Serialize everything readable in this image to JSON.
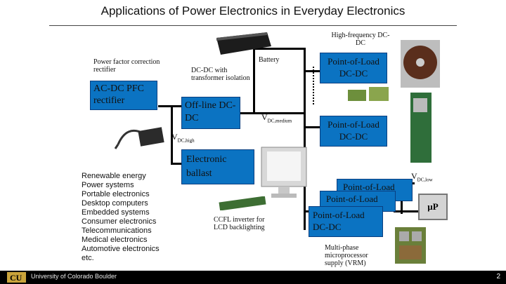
{
  "title": "Applications of Power Electronics in Everyday Electronics",
  "labels": {
    "high_freq": "High-frequency DC-DC",
    "power_factor": "Power factor correction rectifier",
    "battery": "Battery",
    "dcdc_iso": "DC-DC with transformer isolation",
    "vdc_medium_main": "V",
    "vdc_medium_sub": "DC,medium",
    "vdc_high_main": "V",
    "vdc_high_sub": "DC,high",
    "vdc_low_main": "V",
    "vdc_low_sub": "DC,low",
    "ccfl": "CCFL inverter for LCD backlighting",
    "multiphase": "Multi-phase microprocessor supply (VRM)",
    "mu_p": "µP"
  },
  "boxes": {
    "acdc": "AC-DC PFC rectifier",
    "offline": "Off-line DC-DC",
    "pol1": "Point-of-Load DC-DC",
    "pol2": "Point-of-Load DC-DC",
    "ballast": "Electronic ballast",
    "pol_stack_back": "Point-of-Load",
    "pol_stack_mid": "Point-of-Load",
    "pol_stack_front": "Point-of-Load DC-DC"
  },
  "applications": [
    "Renewable energy",
    "Power systems",
    "Portable electronics",
    "Desktop computers",
    "Embedded systems",
    "Consumer electronics",
    "Telecommunications",
    "Medical electronics",
    "Automotive electronics",
    "etc."
  ],
  "footer": {
    "university": "University of Colorado Boulder",
    "slide_number": "2"
  },
  "colors": {
    "box_blue": "#0b73c2",
    "footer_bg": "#000000"
  }
}
